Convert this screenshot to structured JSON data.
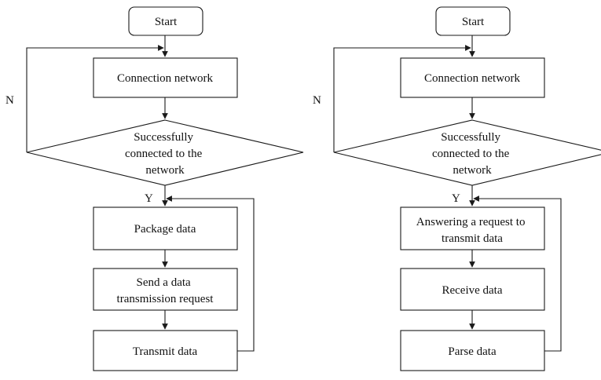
{
  "left_flow": {
    "start": "Start",
    "connect": "Connection network",
    "decision": [
      "Successfully",
      "connected to the",
      "network"
    ],
    "no_label": "N",
    "yes_label": "Y",
    "step1": [
      "Package data"
    ],
    "step2": [
      "Send a data",
      "transmission request"
    ],
    "step3": [
      "Transmit data"
    ]
  },
  "right_flow": {
    "start": "Start",
    "connect": "Connection network",
    "decision": [
      "Successfully",
      "connected to the",
      "network"
    ],
    "no_label": "N",
    "yes_label": "Y",
    "step1": [
      "Answering a request to",
      "transmit data"
    ],
    "step2": [
      "Receive data"
    ],
    "step3": [
      "Parse data"
    ]
  }
}
